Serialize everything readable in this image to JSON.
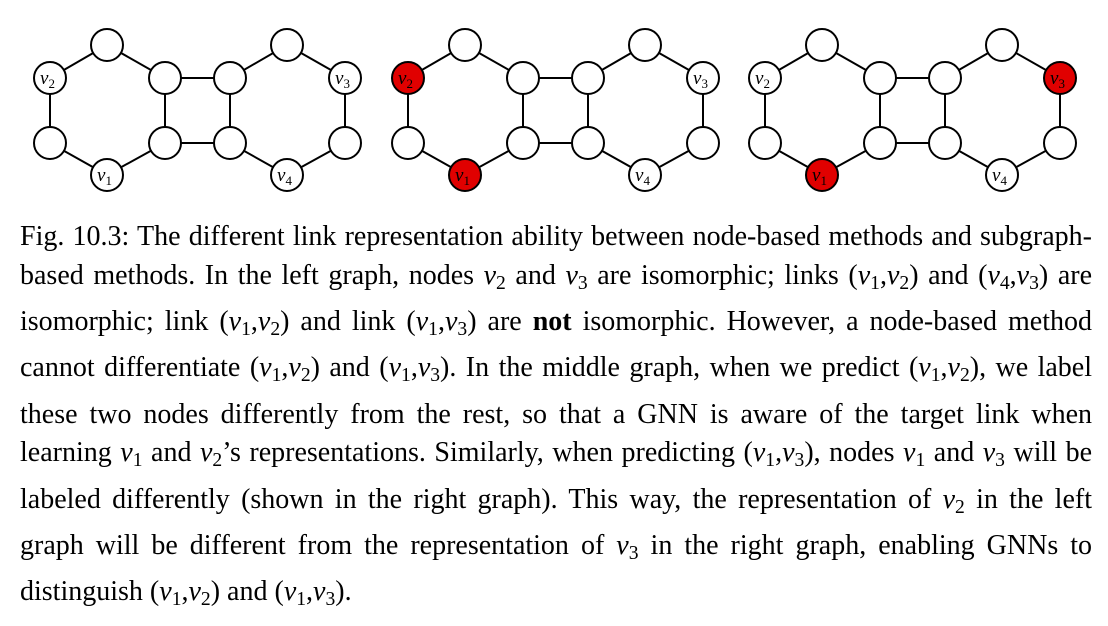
{
  "figure": {
    "label": "Fig. 10.3:",
    "node_label_letter": "v",
    "colors": {
      "highlight": "#e00000",
      "plain": "#ffffff",
      "stroke": "#000000"
    },
    "graphs": [
      {
        "name": "left",
        "highlighted": []
      },
      {
        "name": "middle",
        "highlighted": [
          "v1",
          "v2"
        ]
      },
      {
        "name": "right",
        "highlighted": [
          "v1",
          "v3"
        ]
      }
    ],
    "node_labels": {
      "v1": "1",
      "v2": "2",
      "v3": "3",
      "v4": "4"
    }
  },
  "caption": {
    "s1": "The different link representation ability between node-based methods and subgraph-based methods. In the left graph, nodes ",
    "s2": " and ",
    "s3": " are isomorphic; links ",
    "s4": " and ",
    "s5": " are isomorphic; link ",
    "s6": " and link ",
    "s7": " are ",
    "not": "not",
    "s8": " isomorphic. However, a node-based method cannot differentiate ",
    "s9": " and ",
    "s10": ". In the middle graph, when we predict ",
    "s11": ", we label these two nodes differently from the rest, so that a GNN is aware of the target link when learning ",
    "s12": " and ",
    "s13": "’s representations. Similarly, when predicting ",
    "s14": ", nodes ",
    "s15": " and ",
    "s16": " will be labeled differently (shown in the right graph). This way, the representation of ",
    "s17": " in the left graph will be different from the representation of ",
    "s18": " in the right graph, enabling GNNs to distinguish ",
    "s19": " and ",
    "s20": "."
  }
}
